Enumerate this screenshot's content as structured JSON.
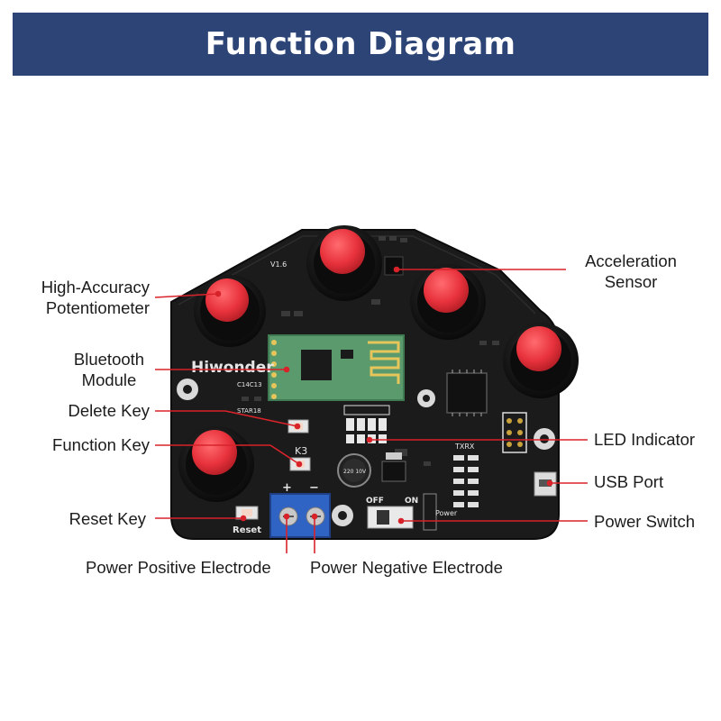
{
  "header": {
    "title": "Function Diagram"
  },
  "board": {
    "brand": "Hiwonder",
    "silkscreen": {
      "version": "V1.6",
      "k3": "K3",
      "reset": "Reset",
      "off": "OFF",
      "on": "ON",
      "power": "Power",
      "txrx": "TXRX",
      "plus": "+",
      "minus": "−",
      "cap": "220 10V",
      "c14c13": "C14C13",
      "star18": "STAR18"
    }
  },
  "labels": {
    "potentiometer": [
      "High-Accuracy",
      "Potentiometer"
    ],
    "bluetooth": [
      "Bluetooth",
      "Module"
    ],
    "delete_key": "Delete Key",
    "function_key": "Function Key",
    "reset_key": "Reset Key",
    "power_positive": "Power Positive Electrode",
    "power_negative": "Power Negative Electrode",
    "acceleration": [
      "Acceleration",
      "Sensor"
    ],
    "led": "LED Indicator",
    "usb": "USB Port",
    "power_switch": "Power Switch"
  },
  "colors": {
    "banner": "#2c4476",
    "leader": "#d8232a",
    "knob": "#e8323c",
    "board": "#1b1b1b"
  }
}
